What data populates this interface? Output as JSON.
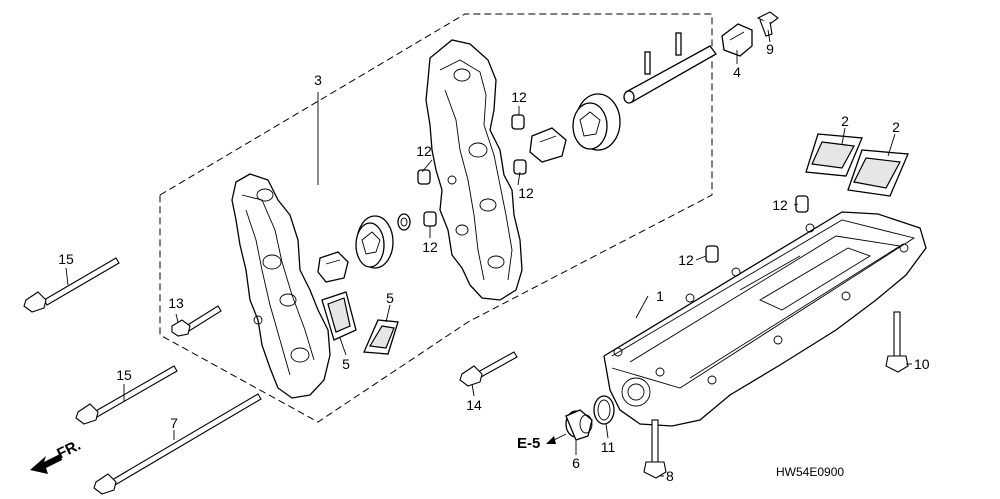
{
  "callouts": {
    "c1": "1",
    "c2a": "2",
    "c2b": "2",
    "c3": "3",
    "c4": "4",
    "c5a": "5",
    "c5b": "5",
    "c6": "6",
    "c7": "7",
    "c8": "8",
    "c9": "9",
    "c10": "10",
    "c11": "11",
    "c12a": "12",
    "c12b": "12",
    "c12c": "12",
    "c12d": "12",
    "c12e": "12",
    "c12f": "12",
    "c13": "13",
    "c14": "14",
    "c15a": "15",
    "c15b": "15"
  },
  "reference": "E-5",
  "direction": "FR.",
  "diagram_code": "HW54E0900"
}
